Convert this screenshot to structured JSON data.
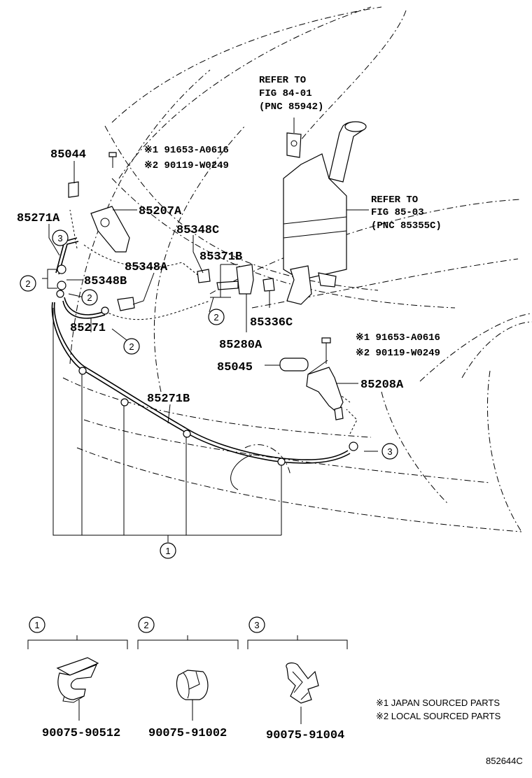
{
  "callouts": {
    "p85044": "85044",
    "p85271A": "85271A",
    "p85207A": "85207A",
    "p85348C": "85348C",
    "p85371B": "85371B",
    "p85348A": "85348A",
    "p85348B": "85348B",
    "p85336C": "85336C",
    "p85271": "85271",
    "p85280A": "85280A",
    "p85045": "85045",
    "p85208A": "85208A",
    "p85271B": "85271B"
  },
  "bolts_upper": {
    "line1": "※1 91653-A0616",
    "line2": "※2 90119-W0249"
  },
  "bolts_lower": {
    "line1": "※1 91653-A0616",
    "line2": "※2 90119-W0249"
  },
  "refer_upper": {
    "line1": "REFER TO",
    "line2": "FIG 84-01",
    "line3": "(PNC 85942)"
  },
  "refer_right": {
    "line1": "REFER TO",
    "line2": "FIG 85-03",
    "line3": "(PNC 85355C)"
  },
  "circle_labels": {
    "one": "1",
    "two": "2",
    "three": "3"
  },
  "clips": {
    "clip1_part": "90075-90512",
    "clip2_part": "90075-91002",
    "clip3_part": "90075-91004"
  },
  "notes": {
    "note1": "※1 JAPAN SOURCED PARTS",
    "note2": "※2 LOCAL SOURCED PARTS"
  },
  "figure_id": "852644C"
}
